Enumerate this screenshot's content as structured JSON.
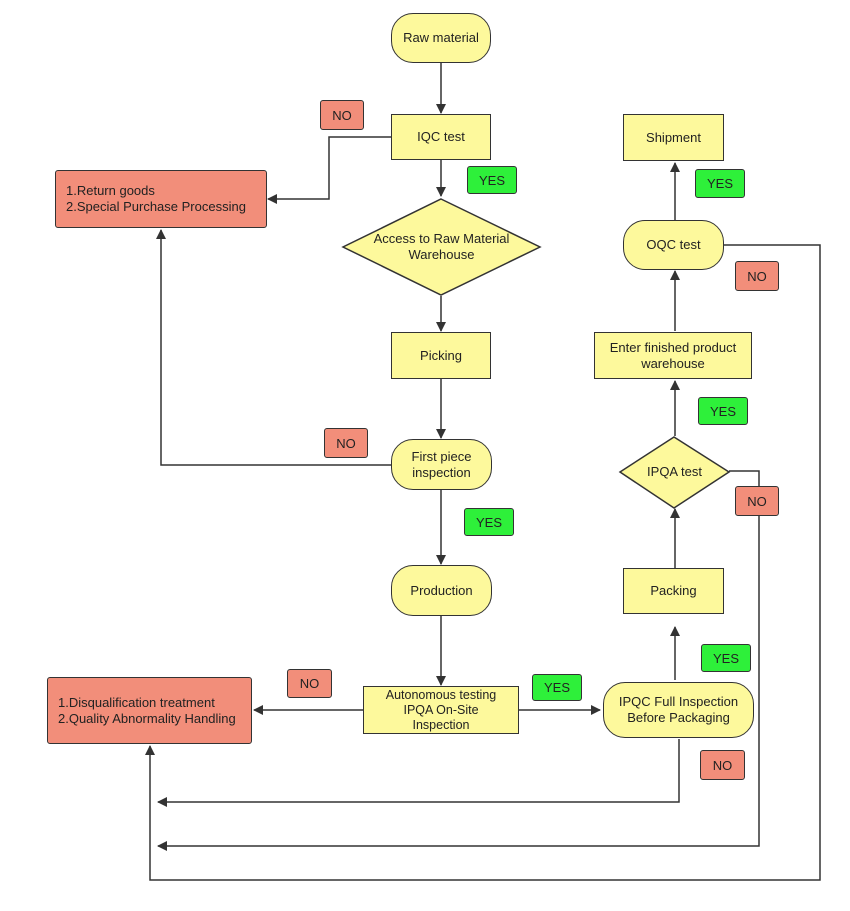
{
  "nodes": {
    "raw_material": "Raw material",
    "iqc_test": "IQC test",
    "access_warehouse": "Access to Raw Material\nWarehouse",
    "picking": "Picking",
    "first_piece": "First piece\ninspection",
    "production": "Production",
    "autonomous": "Autonomous testing\nIPQA On-Site\nInspection",
    "ipqc_full": "IPQC Full Inspection\nBefore Packaging",
    "packing": "Packing",
    "ipqa_test": "IPQA test",
    "enter_finished": "Enter finished product\nwarehouse",
    "oqc_test": "OQC test",
    "shipment": "Shipment",
    "return_goods": "1.Return goods\n2.Special Purchase Processing",
    "disqualification": "1.Disqualification treatment\n2.Quality Abnormality Handling"
  },
  "labels": {
    "no": "NO",
    "yes": "YES"
  },
  "colors": {
    "process_fill": "#fdf99c",
    "reject_fill": "#f28e7a",
    "yes_fill": "#2ef03a",
    "line": "#333333"
  }
}
